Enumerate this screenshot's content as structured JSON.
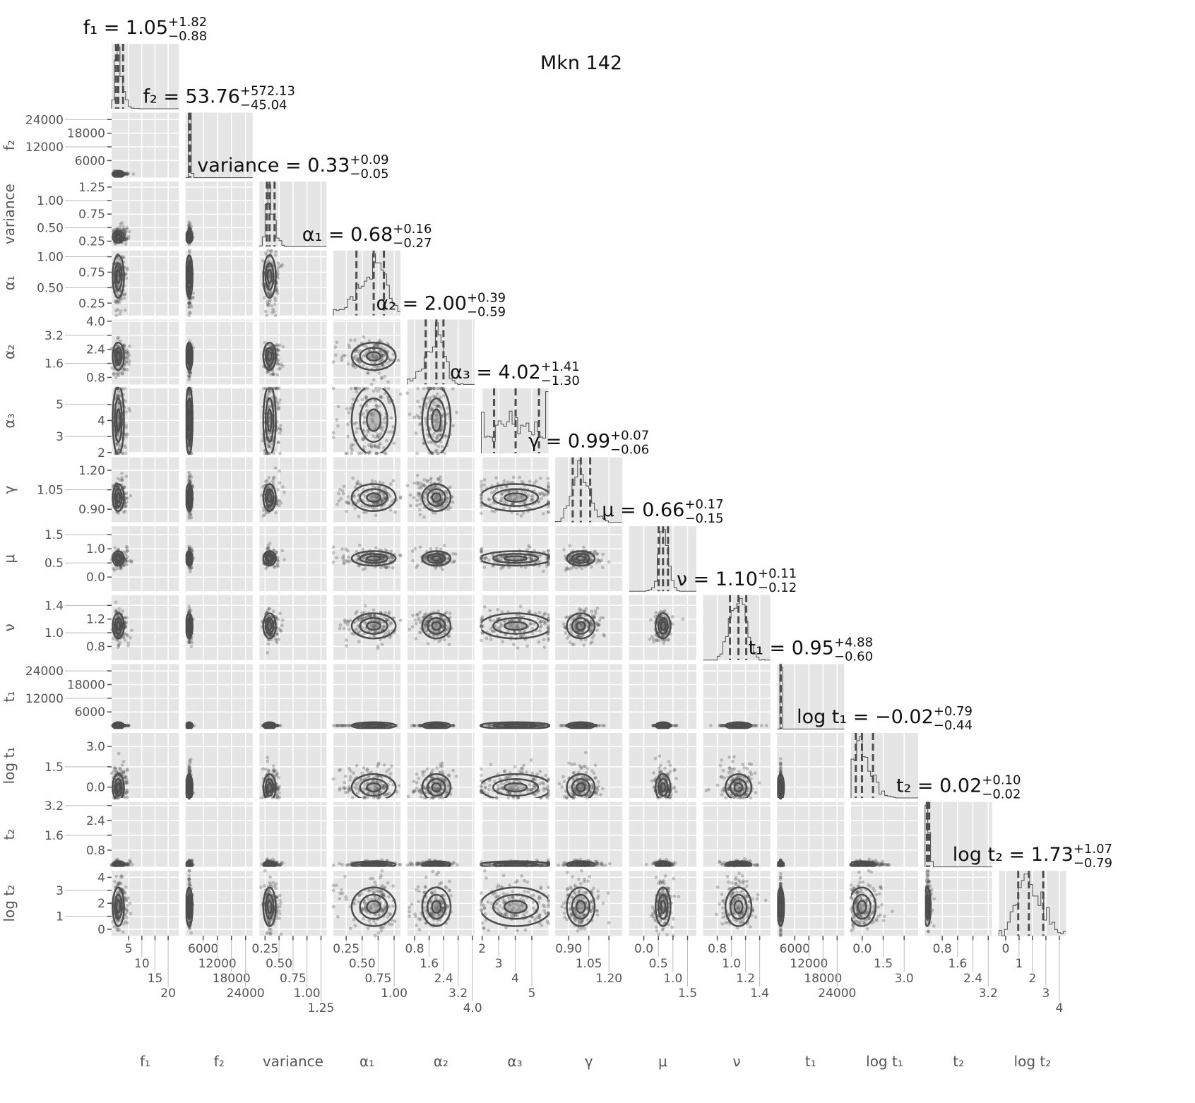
{
  "chart_data": {
    "type": "corner",
    "title": "Mkn 142",
    "grid": true,
    "parameters": [
      {
        "label": "f₁",
        "median": "1.05",
        "plus": "+1.82",
        "minus": "−0.88",
        "m": 1.05,
        "p": 1.82,
        "n": 0.88,
        "ticks": [
          "5",
          "10",
          "15",
          "20"
        ],
        "tickv": [
          5,
          10,
          15,
          20
        ],
        "range": [
          -1.5,
          24
        ]
      },
      {
        "label": "f₂",
        "median": "53.76",
        "plus": "+572.13",
        "minus": "−45.04",
        "m": 53.76,
        "p": 572.13,
        "n": 45.04,
        "ticks": [
          "6000",
          "12000",
          "18000",
          "24000"
        ],
        "tickv": [
          6000,
          12000,
          18000,
          24000
        ],
        "range": [
          -1500,
          27000
        ]
      },
      {
        "label": "variance",
        "median": "0.33",
        "plus": "+0.09",
        "minus": "−0.05",
        "m": 0.33,
        "p": 0.09,
        "n": 0.05,
        "ticks": [
          "0.25",
          "0.50",
          "0.75",
          "1.00",
          "1.25"
        ],
        "tickv": [
          0.25,
          0.5,
          0.75,
          1.0,
          1.25
        ],
        "range": [
          0.15,
          1.35
        ]
      },
      {
        "label": "α₁",
        "median": "0.68",
        "plus": "+0.16",
        "minus": "−0.27",
        "m": 0.68,
        "p": 0.16,
        "n": 0.27,
        "ticks": [
          "0.25",
          "0.50",
          "0.75",
          "1.00"
        ],
        "tickv": [
          0.25,
          0.5,
          0.75,
          1.0
        ],
        "range": [
          0.05,
          1.1
        ]
      },
      {
        "label": "α₂",
        "median": "2.00",
        "plus": "+0.39",
        "minus": "−0.59",
        "m": 2.0,
        "p": 0.39,
        "n": 0.59,
        "ticks": [
          "0.8",
          "1.6",
          "2.4",
          "3.2",
          "4.0"
        ],
        "tickv": [
          0.8,
          1.6,
          2.4,
          3.2,
          4.0
        ],
        "range": [
          0.4,
          4.1
        ]
      },
      {
        "label": "α₃",
        "median": "4.02",
        "plus": "+1.41",
        "minus": "−1.30",
        "m": 4.02,
        "p": 1.41,
        "n": 1.3,
        "ticks": [
          "2",
          "3",
          "4",
          "5"
        ],
        "tickv": [
          2,
          3,
          4,
          5
        ],
        "range": [
          1.95,
          6.0
        ]
      },
      {
        "label": "γ",
        "median": "0.99",
        "plus": "+0.07",
        "minus": "−0.06",
        "m": 0.99,
        "p": 0.07,
        "n": 0.06,
        "ticks": [
          "0.90",
          "1.05",
          "1.20"
        ],
        "tickv": [
          0.9,
          1.05,
          1.2
        ],
        "range": [
          0.8,
          1.3
        ]
      },
      {
        "label": "μ",
        "median": "0.66",
        "plus": "+0.17",
        "minus": "−0.15",
        "m": 0.66,
        "p": 0.17,
        "n": 0.15,
        "ticks": [
          "0.0",
          "0.5",
          "1.0",
          "1.5"
        ],
        "tickv": [
          0,
          0.5,
          1.0,
          1.5
        ],
        "range": [
          -0.5,
          1.8
        ]
      },
      {
        "label": "ν",
        "median": "1.10",
        "plus": "+0.11",
        "minus": "−0.12",
        "m": 1.1,
        "p": 0.11,
        "n": 0.12,
        "ticks": [
          "0.8",
          "1.0",
          "1.2",
          "1.4"
        ],
        "tickv": [
          0.8,
          1.0,
          1.2,
          1.4
        ],
        "range": [
          0.6,
          1.55
        ]
      },
      {
        "label": "t₁",
        "median": "0.95",
        "plus": "+4.88",
        "minus": "−0.60",
        "m": 0.95,
        "p": 4.88,
        "n": 0.6,
        "ticks": [
          "6000",
          "12000",
          "18000",
          "24000"
        ],
        "tickv": [
          6000,
          12000,
          18000,
          24000
        ],
        "range": [
          -1500,
          27000
        ]
      },
      {
        "label": "log t₁",
        "median": "−0.02",
        "plus": "+0.79",
        "minus": "−0.44",
        "m": -0.02,
        "p": 0.79,
        "n": 0.44,
        "ticks": [
          "0.0",
          "1.5",
          "3.0"
        ],
        "tickv": [
          0,
          1.5,
          3.0
        ],
        "range": [
          -0.8,
          4.0
        ]
      },
      {
        "label": "t₂",
        "median": "0.02",
        "plus": "+0.10",
        "minus": "−0.02",
        "m": 0.02,
        "p": 0.1,
        "n": 0.02,
        "ticks": [
          "0.8",
          "1.6",
          "2.4",
          "3.2"
        ],
        "tickv": [
          0.8,
          1.6,
          2.4,
          3.2
        ],
        "range": [
          -0.1,
          3.4
        ]
      },
      {
        "label": "log t₂",
        "median": "1.73",
        "plus": "+1.07",
        "minus": "−0.79",
        "m": 1.73,
        "p": 1.07,
        "n": 0.79,
        "ticks": [
          "0",
          "1",
          "2",
          "3",
          "4"
        ],
        "tickv": [
          0,
          1,
          2,
          3,
          4
        ],
        "range": [
          -0.5,
          4.5
        ]
      }
    ]
  },
  "colors": {
    "panel": "#e5e5e5",
    "grid": "#ffffff",
    "ink": "#4d4d4d",
    "label": "#555555"
  }
}
